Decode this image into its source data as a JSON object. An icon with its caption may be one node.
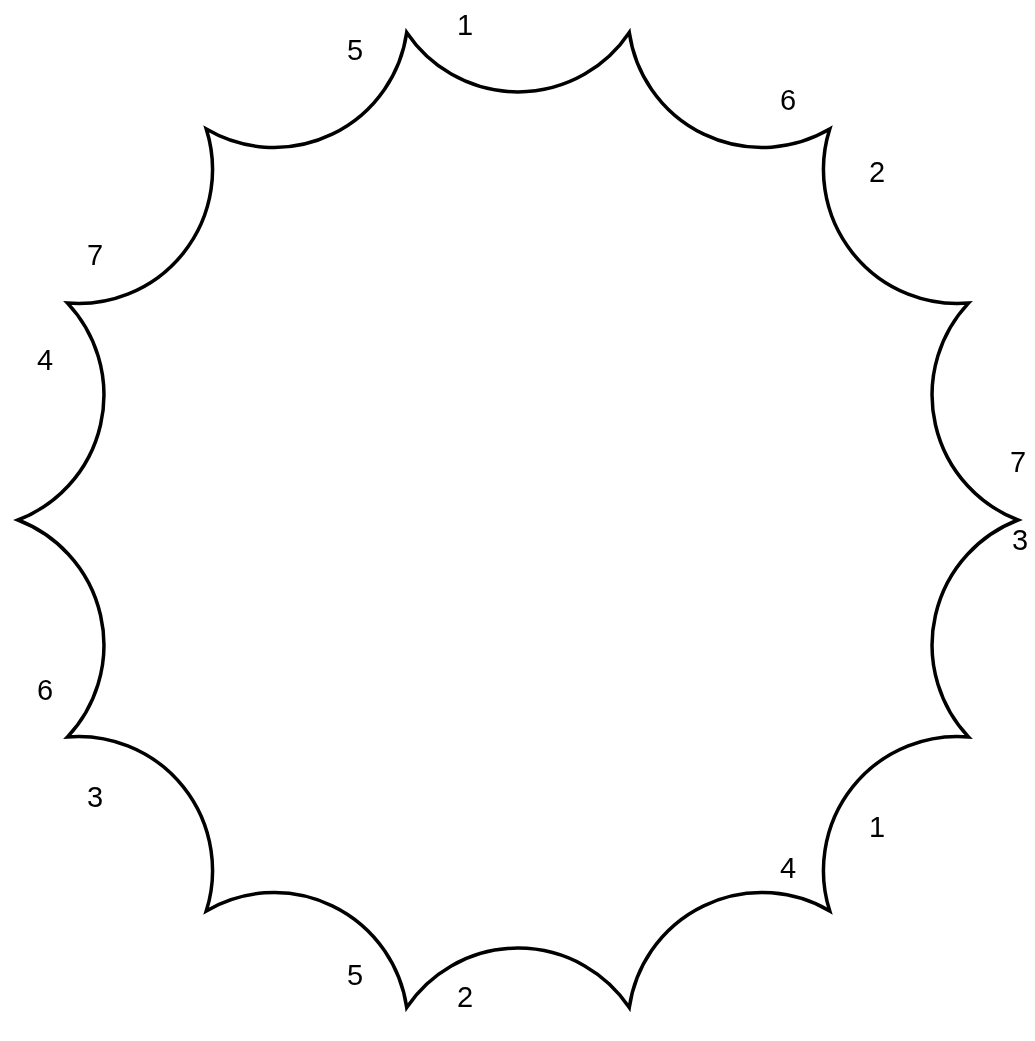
{
  "diagram": {
    "labels": [
      "1",
      "5",
      "6",
      "2",
      "7",
      "4",
      "7",
      "3",
      "6",
      "3",
      "1",
      "4",
      "5",
      "2"
    ]
  }
}
